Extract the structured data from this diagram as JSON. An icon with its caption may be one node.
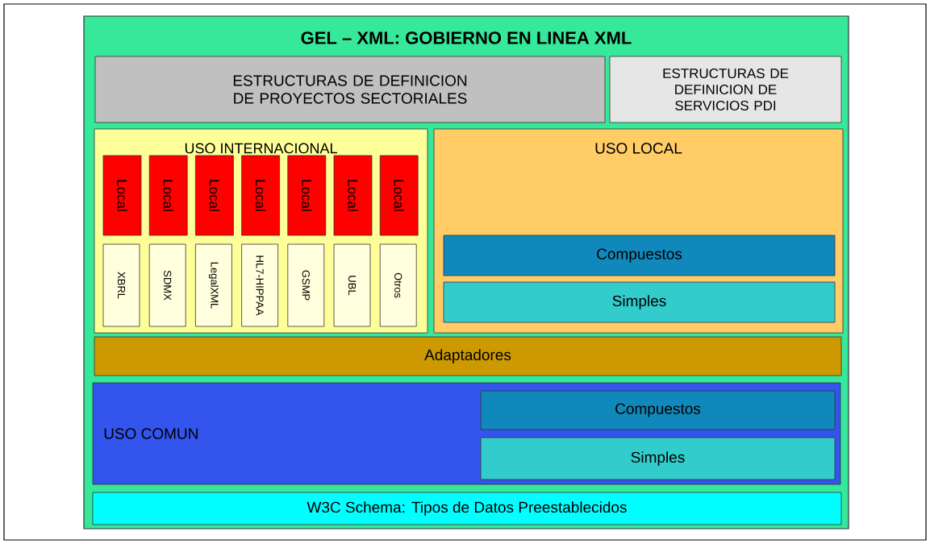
{
  "diagram": {
    "nodes": [
      {
        "text": [
          "GEL – XML: GOBIERNO EN LINEA XML"
        ]
      },
      {
        "text": [
          "ESTRUCTURAS DE DEFINICION DE PROYECTOS SECTORIALES"
        ],
        "in": 0
      },
      {
        "text": [
          "ESTRUCTURAS DE DEFINICION DE SERVICIOS PDI"
        ],
        "in": 0
      },
      {
        "text": [
          "USO INTERNACIONAL"
        ],
        "in": 0
      },
      {
        "text": [
          "Local"
        ],
        "in": 3
      },
      {
        "text": [
          "Local"
        ],
        "in": 3
      },
      {
        "text": [
          "Local"
        ],
        "in": 3
      },
      {
        "text": [
          "Local"
        ],
        "in": 3
      },
      {
        "text": [
          "Local"
        ],
        "in": 3
      },
      {
        "text": [
          "Local"
        ],
        "in": 3
      },
      {
        "text": [
          "Local"
        ],
        "in": 3
      },
      {
        "text": [
          "XBRL"
        ],
        "in": 3
      },
      {
        "text": [
          "SDMX"
        ],
        "in": 3
      },
      {
        "text": [
          "LegalXML"
        ],
        "in": 3
      },
      {
        "text": [
          "HL7-HIPPAA"
        ],
        "in": 3
      },
      {
        "text": [
          "GSMP"
        ],
        "in": 3
      },
      {
        "text": [
          "UBL"
        ],
        "in": 3
      },
      {
        "text": [
          "Otros"
        ],
        "in": 3
      },
      {
        "text": [
          "USO LOCAL"
        ],
        "in": 0
      },
      {
        "text": [
          "Compuestos"
        ],
        "in": 18
      },
      {
        "text": [
          "Simples"
        ],
        "in": 18
      },
      {
        "text": [
          "Adaptadores"
        ],
        "in": 0
      },
      {
        "text": [
          "USO COMUN"
        ],
        "in": 0
      },
      {
        "text": [
          "Compuestos"
        ],
        "in": 22
      },
      {
        "text": [
          "Simples"
        ],
        "in": 22
      },
      {
        "text": [
          "W3C Schema: Tipos de Datos Preestablecidos"
        ],
        "in": 0
      }
    ]
  }
}
